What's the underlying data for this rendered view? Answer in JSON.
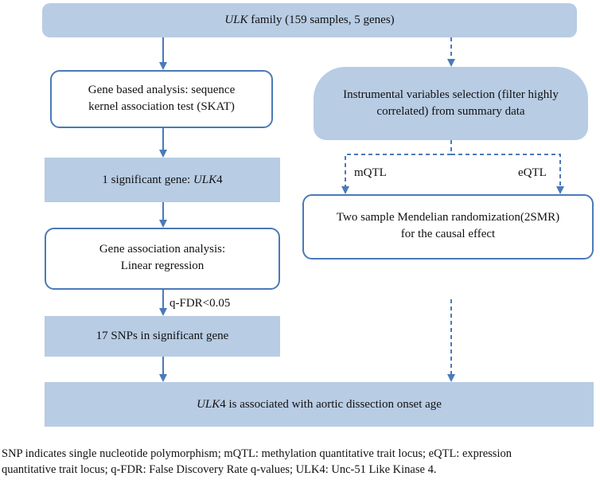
{
  "nodes": {
    "family": {
      "italic": "ULK",
      "rest": " family (159 samples, 5 genes)"
    },
    "skat": {
      "line1": "Gene based analysis: sequence",
      "line2": "kernel association test (SKAT)"
    },
    "iv": {
      "line1": "Instrumental variables selection (filter highly",
      "line2": "correlated) from summary data"
    },
    "sig_gene": {
      "prefix": "1 significant gene: ",
      "italic": "ULK",
      "suffix": "4"
    },
    "mr": {
      "line1": "Two sample Mendelian randomization(2SMR)",
      "line2": "for the causal effect"
    },
    "assoc": {
      "line1": "Gene association analysis:",
      "line2": "Linear regression"
    },
    "snps": {
      "text": "17 SNPs in significant gene"
    },
    "result": {
      "italic": "ULK",
      "rest": "4 is associated with aortic dissection onset age"
    }
  },
  "edge_labels": {
    "mqtl": "mQTL",
    "eqtl": "eQTL",
    "fdr": "q-FDR<0.05"
  },
  "caption": {
    "line1": "SNP indicates single nucleotide polymorphism; mQTL: methylation quantitative trait locus; eQTL: expression",
    "line2": "quantitative trait locus; q-FDR: False Discovery Rate q-values; ULK4: Unc-51 Like Kinase 4."
  },
  "colors": {
    "fill": "#b8cce4",
    "border": "#4a7ab8",
    "arrow": "#4a7ab8"
  }
}
